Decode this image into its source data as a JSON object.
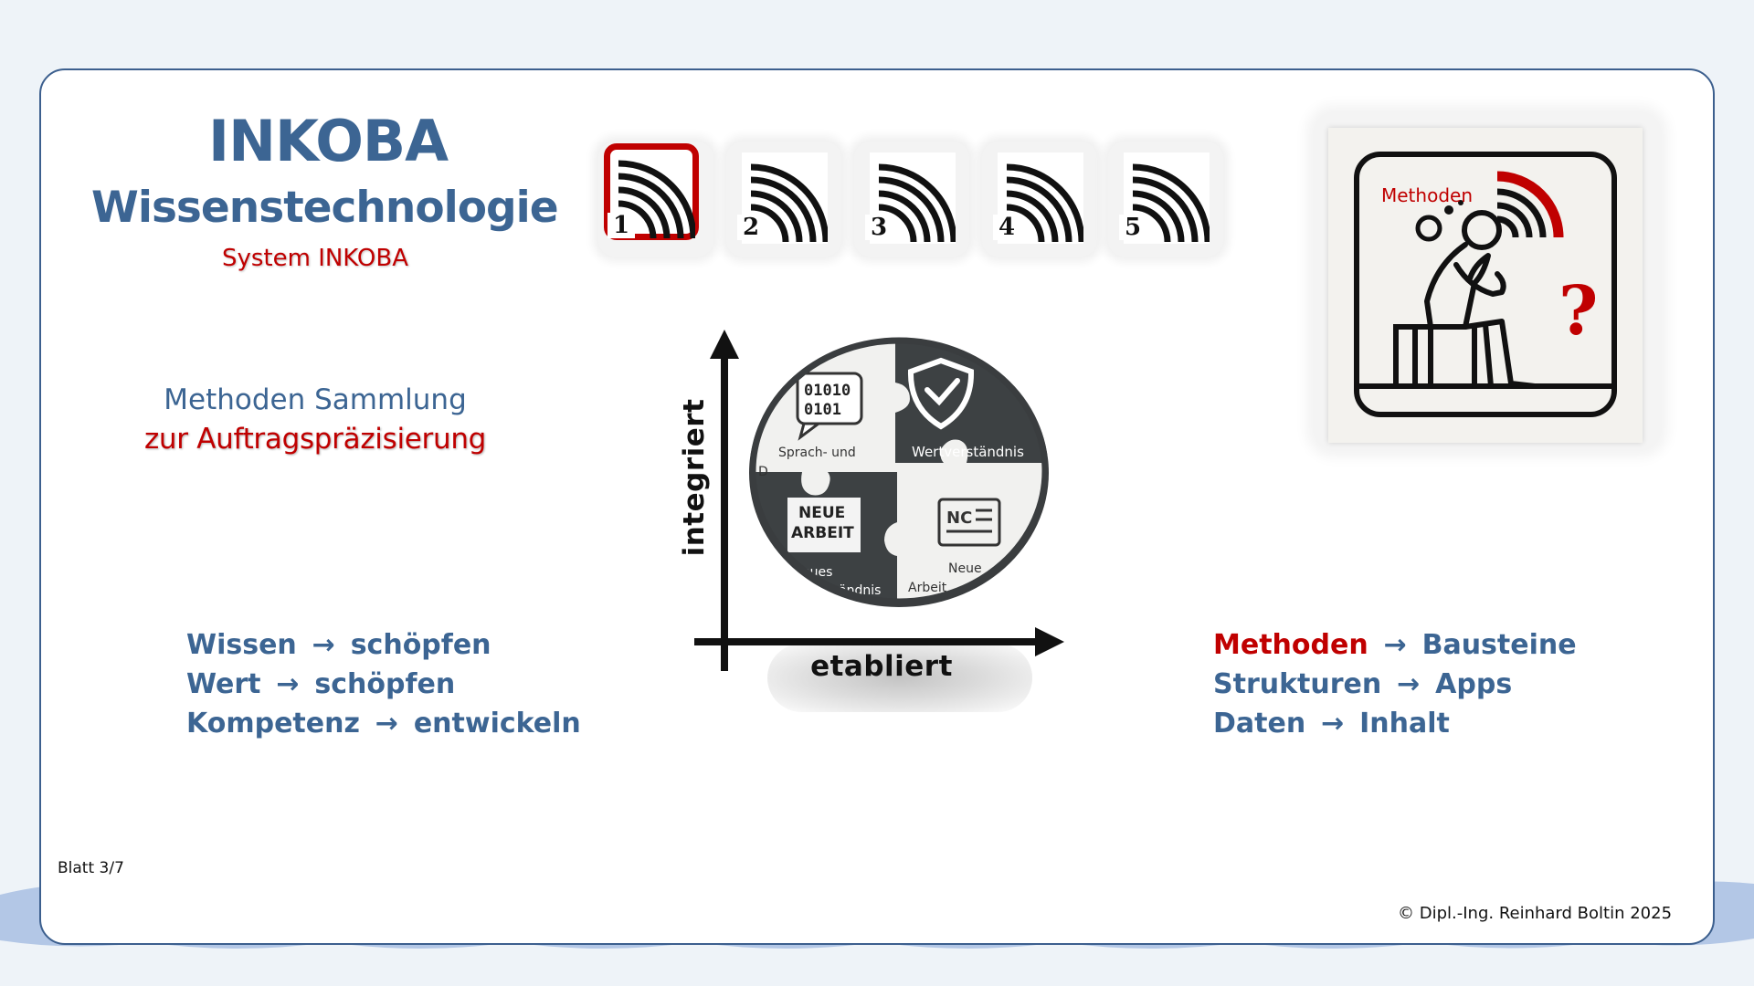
{
  "header": {
    "title": "INKOBA",
    "subtitle": "Wissenstechnologie",
    "system": "System INKOBA"
  },
  "methods": {
    "line1": "Methoden Sammlung",
    "line2": "zur Auftragspräzisierung"
  },
  "nav_tiles": [
    {
      "label": "1",
      "active": true
    },
    {
      "label": "2",
      "active": false
    },
    {
      "label": "3",
      "active": false
    },
    {
      "label": "4",
      "active": false
    },
    {
      "label": "5",
      "active": false
    }
  ],
  "thinker": {
    "label": "Methoden",
    "question": "?"
  },
  "diagram": {
    "x_label": "etabliert",
    "y_label": "integriert",
    "puzzle": {
      "binary_1": "01010",
      "binary_2": "0101",
      "piece_tl": "Sprach- und",
      "piece_tl_cut": "D",
      "piece_tr": "Wertverständnis",
      "piece_bl_1": "NEUE",
      "piece_bl_2": "ARBEIT",
      "piece_bl_cap1": "eues",
      "piece_bl_cap2": "ändnis",
      "piece_br_icon": "NC",
      "piece_br_1": "Neue",
      "piece_br_2": "Arbeit"
    }
  },
  "left_list": [
    {
      "a": "Wissen",
      "arrow": "→",
      "b": "schöpfen"
    },
    {
      "a": "Wert",
      "arrow": "→",
      "b": "schöpfen"
    },
    {
      "a": "Kompetenz",
      "arrow": "→",
      "b": "entwickeln"
    }
  ],
  "right_list": [
    {
      "a": "Methoden",
      "arrow": "→",
      "b": "Bausteine"
    },
    {
      "a": "Strukturen",
      "arrow": "→",
      "b": "Apps"
    },
    {
      "a": "Daten",
      "arrow": "→",
      "b": "Inhalt"
    }
  ],
  "footer": {
    "page": "Blatt 3/7",
    "copyright": "© Dipl.-Ing. Reinhard Boltin 2025"
  },
  "colors": {
    "blue": "#3c6593",
    "red": "#c00000",
    "wave": "#b3c7e6",
    "background": "#eef3f8"
  }
}
